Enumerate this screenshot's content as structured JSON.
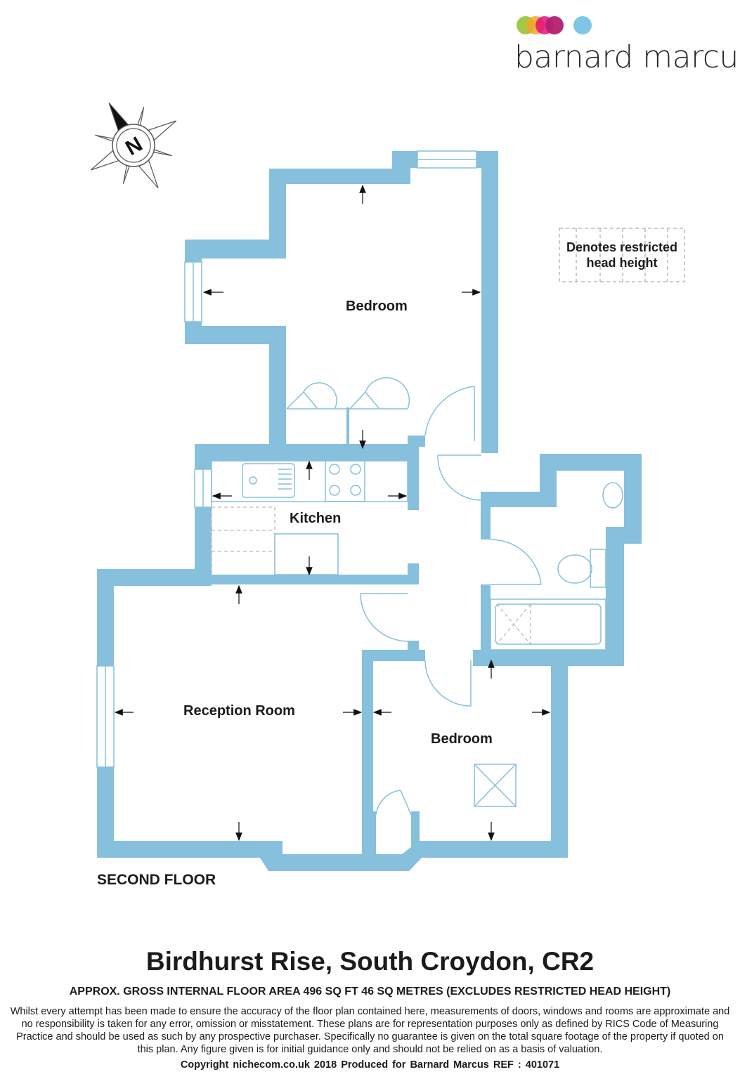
{
  "brand": {
    "name": "barnard marcus",
    "logo_dot_colors": [
      "#9dc63f",
      "#f5a623",
      "#e3007e",
      "#b41f6e",
      "#7ec6e5"
    ]
  },
  "compass": {
    "letter": "N"
  },
  "colors": {
    "wall": "#86c0dc",
    "fixture_line": "#86c0dc",
    "text": "#1b1b1b"
  },
  "legend": {
    "text": "Denotes restricted head height"
  },
  "rooms": {
    "bedroom_top": "Bedroom",
    "kitchen": "Kitchen",
    "reception": "Reception Room",
    "bedroom_bottom": "Bedroom"
  },
  "floor_label": "SECOND FLOOR",
  "property_title": "Birdhurst Rise, South Croydon, CR2",
  "area_line": "APPROX. GROSS INTERNAL FLOOR AREA 496 SQ FT 46 SQ METRES (EXCLUDES RESTRICTED HEAD HEIGHT)",
  "disclaimer": "Whilst every attempt has been made to ensure the accuracy of the floor plan contained here, measurements of doors, windows and rooms are approximate and no responsibility is taken for any error, omission or misstatement. These plans are for representation purposes only as defined by RICS Code of Measuring Practice and should be used as such by any prospective purchaser.  Specifically no guarantee is given on the total square footage of the property if quoted on this plan. Any figure given is for initial guidance only and should not be relied on as a basis of valuation.",
  "copyright": "Copyright nichecom.co.uk 2018   Produced for Barnard Marcus   REF : 401071"
}
